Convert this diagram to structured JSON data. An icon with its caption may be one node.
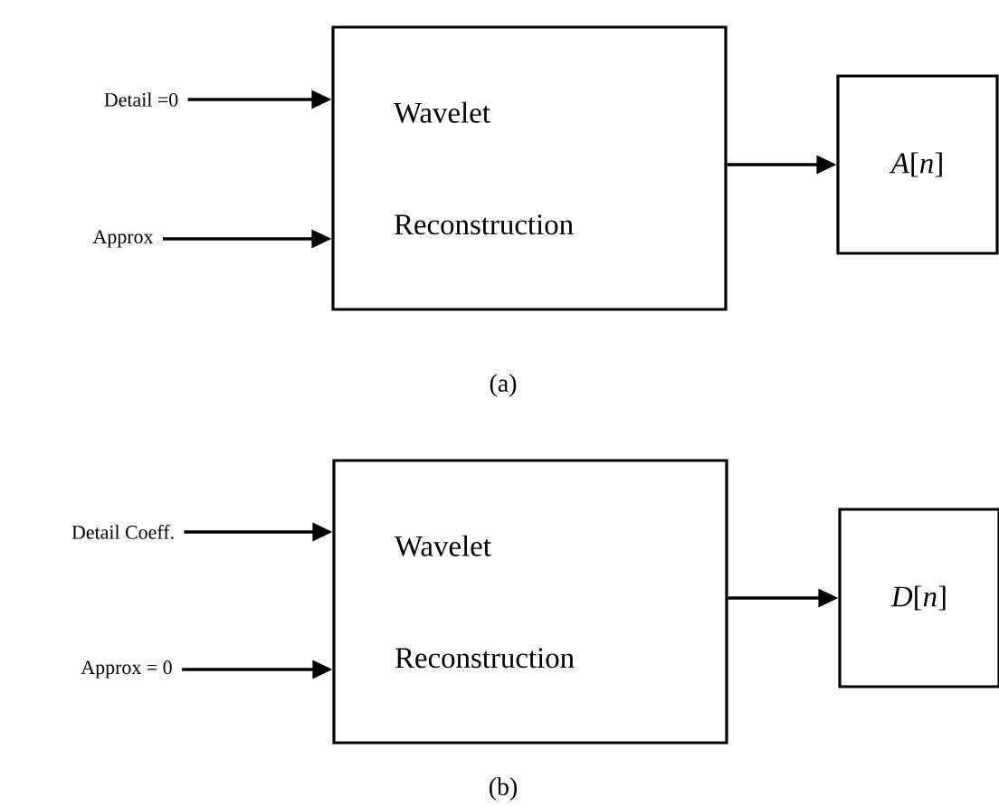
{
  "diagram": {
    "nodes": [
      {
        "text": [
          "Detail =0"
        ]
      },
      {
        "text": [
          "Approx"
        ]
      },
      {
        "text": [
          "Wavelet Reconstruction"
        ]
      },
      {
        "text": [
          "*A*[*n*]"
        ]
      },
      {
        "text": [
          "Detail Coeff."
        ]
      },
      {
        "text": [
          "Approx = 0"
        ]
      },
      {
        "text": [
          "Wavelet Reconstruction"
        ]
      },
      {
        "text": [
          "*D*[*n*]"
        ]
      }
    ],
    "edges": [
      {
        "from": 0,
        "to": 2,
        "arrow": "to"
      },
      {
        "from": 1,
        "to": 2,
        "arrow": "to"
      },
      {
        "from": 2,
        "to": 3,
        "arrow": "to"
      },
      {
        "from": 4,
        "to": 6,
        "arrow": "to"
      },
      {
        "from": 5,
        "to": 6,
        "arrow": "to"
      },
      {
        "from": 6,
        "to": 7,
        "arrow": "to"
      }
    ],
    "labels": [
      "(a)",
      "(b)"
    ]
  }
}
